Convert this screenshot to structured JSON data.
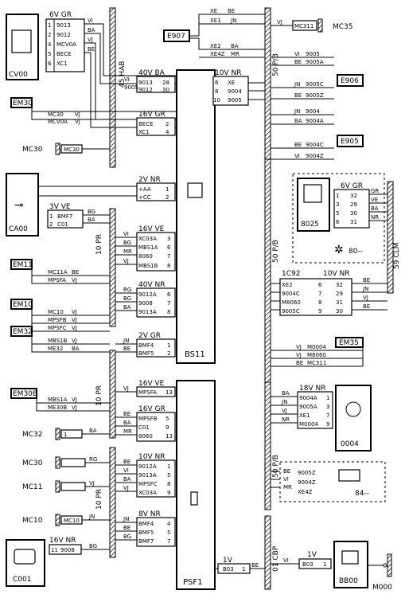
{
  "components": {
    "CV00": "CV00",
    "CA00": "CA00",
    "C001": "C001",
    "BS11": "BS11",
    "PSF1": "PSF1",
    "c8025": "8025",
    "c0004": "0004",
    "BB00": "BB00",
    "E907": "E907",
    "E906": "E906",
    "E905": "E905",
    "E35": "EM35",
    "EM30": "EM30",
    "EM11": "EM11",
    "EM10": "EM10",
    "EM32": "EM32",
    "EM30B": "EM30B",
    "MC35": "MC35",
    "MC311": "MC311",
    "MC30": "MC30",
    "MC32": "MC32",
    "MC11": "MC11",
    "MC10": "MC10",
    "M000": "M000",
    "c80": "80--",
    "c84": "84--",
    "c1C92": "1C92"
  },
  "buses": {
    "b45HAB": "45 HAB",
    "b10PR1": "10 PR",
    "b10PR2": "10 PR",
    "b10PR3": "10 PR",
    "b50PB1": "50 P/B",
    "b50PB2": "50 P/B",
    "b50PB3": "50 P/B",
    "b59CLM": "59 CLM",
    "b01CBP": "01 CBP"
  },
  "connectors": {
    "cv00": {
      "h": "6V GR",
      "rows": [
        [
          "1",
          "9013"
        ],
        [
          "2",
          "9012"
        ],
        [
          "4",
          "MCV0A"
        ],
        [
          "5",
          "BECE"
        ],
        [
          "6",
          "XC1"
        ]
      ]
    },
    "k40v": {
      "h": "40V BA",
      "rows": [
        [
          "9013",
          "28"
        ],
        [
          "9012",
          "30"
        ]
      ]
    },
    "k16gr": {
      "h": "16V GR",
      "rows": [
        [
          "BECE",
          "2"
        ],
        [
          "XC1",
          "4"
        ]
      ]
    },
    "k10nr": {
      "h": "10V NR",
      "rows": [
        [
          "6",
          "XE"
        ],
        [
          "8",
          "9004"
        ],
        [
          "10",
          "9005"
        ]
      ]
    },
    "k2nr": {
      "h": "2V NR",
      "rows": [
        [
          "+AA",
          "1"
        ],
        [
          "+CC",
          "2"
        ]
      ]
    },
    "ca00": {
      "h": "3V VE",
      "rows": [
        [
          "1",
          "BMF7"
        ],
        [
          "2",
          "C01"
        ]
      ]
    },
    "k16ve": {
      "h": "16V VE",
      "rows": [
        [
          "XC03A",
          "3"
        ],
        [
          "MBS1A",
          "6"
        ],
        [
          "8060",
          "7"
        ],
        [
          "MBS1B",
          "8"
        ]
      ]
    },
    "k40nr": {
      "h": "40V NR",
      "rows": [
        [
          "9012A",
          "6"
        ],
        [
          "9008",
          "7"
        ],
        [
          "9013A",
          "8"
        ]
      ]
    },
    "k2gr": {
      "h": "2V GR",
      "rows": [
        [
          "BMF4",
          "1"
        ],
        [
          "BMF5",
          "2"
        ]
      ]
    },
    "k16ve2": {
      "h": "16V VE",
      "rows": [
        [
          "MPSFA",
          "13"
        ]
      ]
    },
    "k16gr2": {
      "h": "16V GR",
      "rows": [
        [
          "MPSFB",
          "5"
        ],
        [
          "C01",
          "9"
        ],
        [
          "8060",
          "13"
        ]
      ]
    },
    "k10nr2": {
      "h": "10V NR",
      "rows": [
        [
          "9012A",
          "1"
        ],
        [
          "9013A",
          "5"
        ],
        [
          "MPSFC",
          "8"
        ],
        [
          "XC03A",
          "9"
        ]
      ]
    },
    "k8nr": {
      "h": "8V NR",
      "rows": [
        [
          "BMF4",
          "4"
        ],
        [
          "BMF5",
          "5"
        ],
        [
          "BMF7",
          "7"
        ]
      ]
    },
    "c001": {
      "h": "16V NR",
      "rows": [
        [
          "11",
          "9008"
        ]
      ]
    },
    "k1v": {
      "h": "1V",
      "rows": [
        [
          "B03",
          "1"
        ]
      ]
    },
    "k6gr": {
      "h": "6V GR",
      "rows": [
        [
          "1",
          "32"
        ],
        [
          "3",
          "29"
        ],
        [
          "5",
          "30"
        ],
        [
          "6",
          "31"
        ]
      ]
    },
    "k10nr3": {
      "h": "10V NR",
      "rows": [
        [
          "XE2",
          "6",
          "32"
        ],
        [
          "9004C",
          "7",
          "29"
        ],
        [
          "M8060",
          "8",
          "31"
        ],
        [
          "9005C",
          "9",
          "30"
        ]
      ]
    },
    "k18nr": {
      "h": "18V NR",
      "rows": [
        [
          "9004A",
          "1"
        ],
        [
          "9005A",
          "3"
        ],
        [
          "XE1",
          "7"
        ],
        [
          "M0004",
          "9"
        ]
      ]
    },
    "k1v2": {
      "h": "1V",
      "rows": [
        [
          "B03",
          "1"
        ]
      ]
    }
  },
  "wires": [
    "VI",
    "BA",
    "VJ",
    "BE",
    "VJ",
    "XE",
    "BE",
    "XE1",
    "JN",
    "XE2",
    "BA",
    "XE4Z",
    "MR",
    "VJ",
    "VI",
    "9005",
    "BE",
    "9005A",
    "JN",
    "9005C",
    "BE",
    "9005Z",
    "JN",
    "9004",
    "BA",
    "9004A",
    "BE",
    "9004C",
    "VI",
    "9004Z",
    "MC30",
    "VJ",
    "MCV0A",
    "VJ",
    "BE",
    "BA",
    "VJ",
    "BG",
    "BA",
    "VI",
    "BG",
    "MR",
    "VJ",
    "MC11A",
    "BE",
    "MPSFA",
    "VJ",
    "RG",
    "BG",
    "BA",
    "MC10",
    "VJ",
    "MPSFB",
    "VJ",
    "MPSFC",
    "VJ",
    "JN",
    "BE",
    "MBS1B",
    "VJ",
    "ME32",
    "BA",
    "MBS1A",
    "VJ",
    "ME30B",
    "VJ",
    "VJ",
    "BE",
    "BA",
    "MR",
    "BA",
    "RG",
    "VJ",
    "JN",
    "BE",
    "VI",
    "BA",
    "VJ",
    "BE",
    "BG",
    "JN",
    "BE",
    "BG",
    "VJ",
    "M0004",
    "VJ",
    "M8060",
    "VJ",
    "MC311",
    "BE",
    "JN",
    "VJ",
    "VE",
    "GR",
    "VE",
    "NR",
    "VI",
    "BE",
    "VI",
    "MR",
    "9005Z",
    "9004Z",
    "XE4Z",
    "NR",
    "NR",
    "GR",
    "VE",
    "BA",
    "BE",
    "JN",
    "VJ",
    "BE",
    "VI",
    "BE",
    "BA",
    "JN",
    "VJ",
    "NR",
    "BG",
    "BA",
    "BE",
    "VJ",
    "VI",
    "VI",
    "BE",
    "BA",
    "BE"
  ]
}
